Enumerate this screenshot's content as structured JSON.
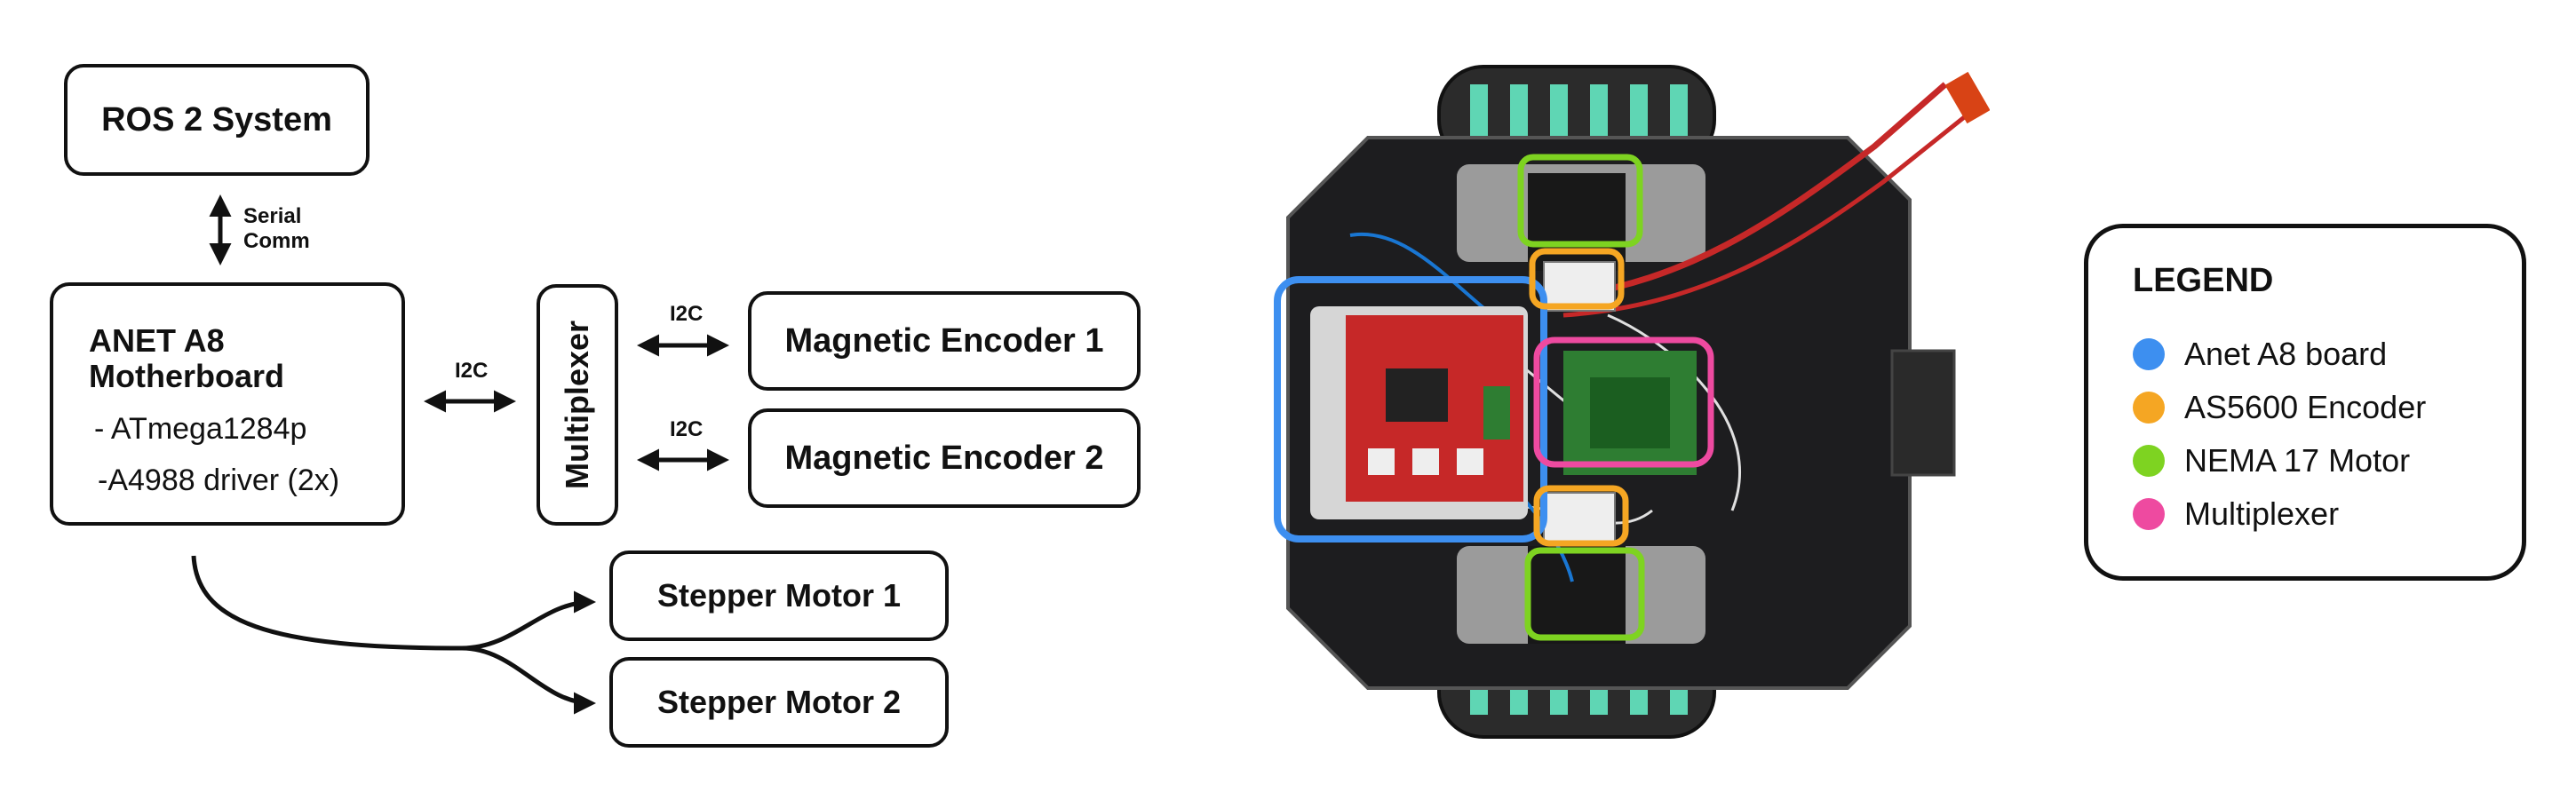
{
  "system": {
    "ros": "ROS 2 System",
    "serial_label": [
      "Serial",
      "Comm"
    ],
    "motherboard": {
      "title": [
        "ANET A8",
        "Motherboard"
      ],
      "items": [
        "- ATmega1284p",
        "-A4988 driver (2x)"
      ]
    },
    "mux": "Multiplexer",
    "i2c_label": "I2C",
    "encoders": [
      "Magnetic Encoder 1",
      "Magnetic Encoder 2"
    ],
    "motors": [
      "Stepper Motor 1",
      "Stepper Motor 2"
    ]
  },
  "legend": {
    "title": "LEGEND",
    "items": [
      {
        "label": "Anet A8 board",
        "color": "#3d8ff0"
      },
      {
        "label": "AS5600 Encoder",
        "color": "#f5a623"
      },
      {
        "label": "NEMA 17 Motor",
        "color": "#7ed321"
      },
      {
        "label": "Multiplexer",
        "color": "#ee4aa0"
      }
    ]
  }
}
